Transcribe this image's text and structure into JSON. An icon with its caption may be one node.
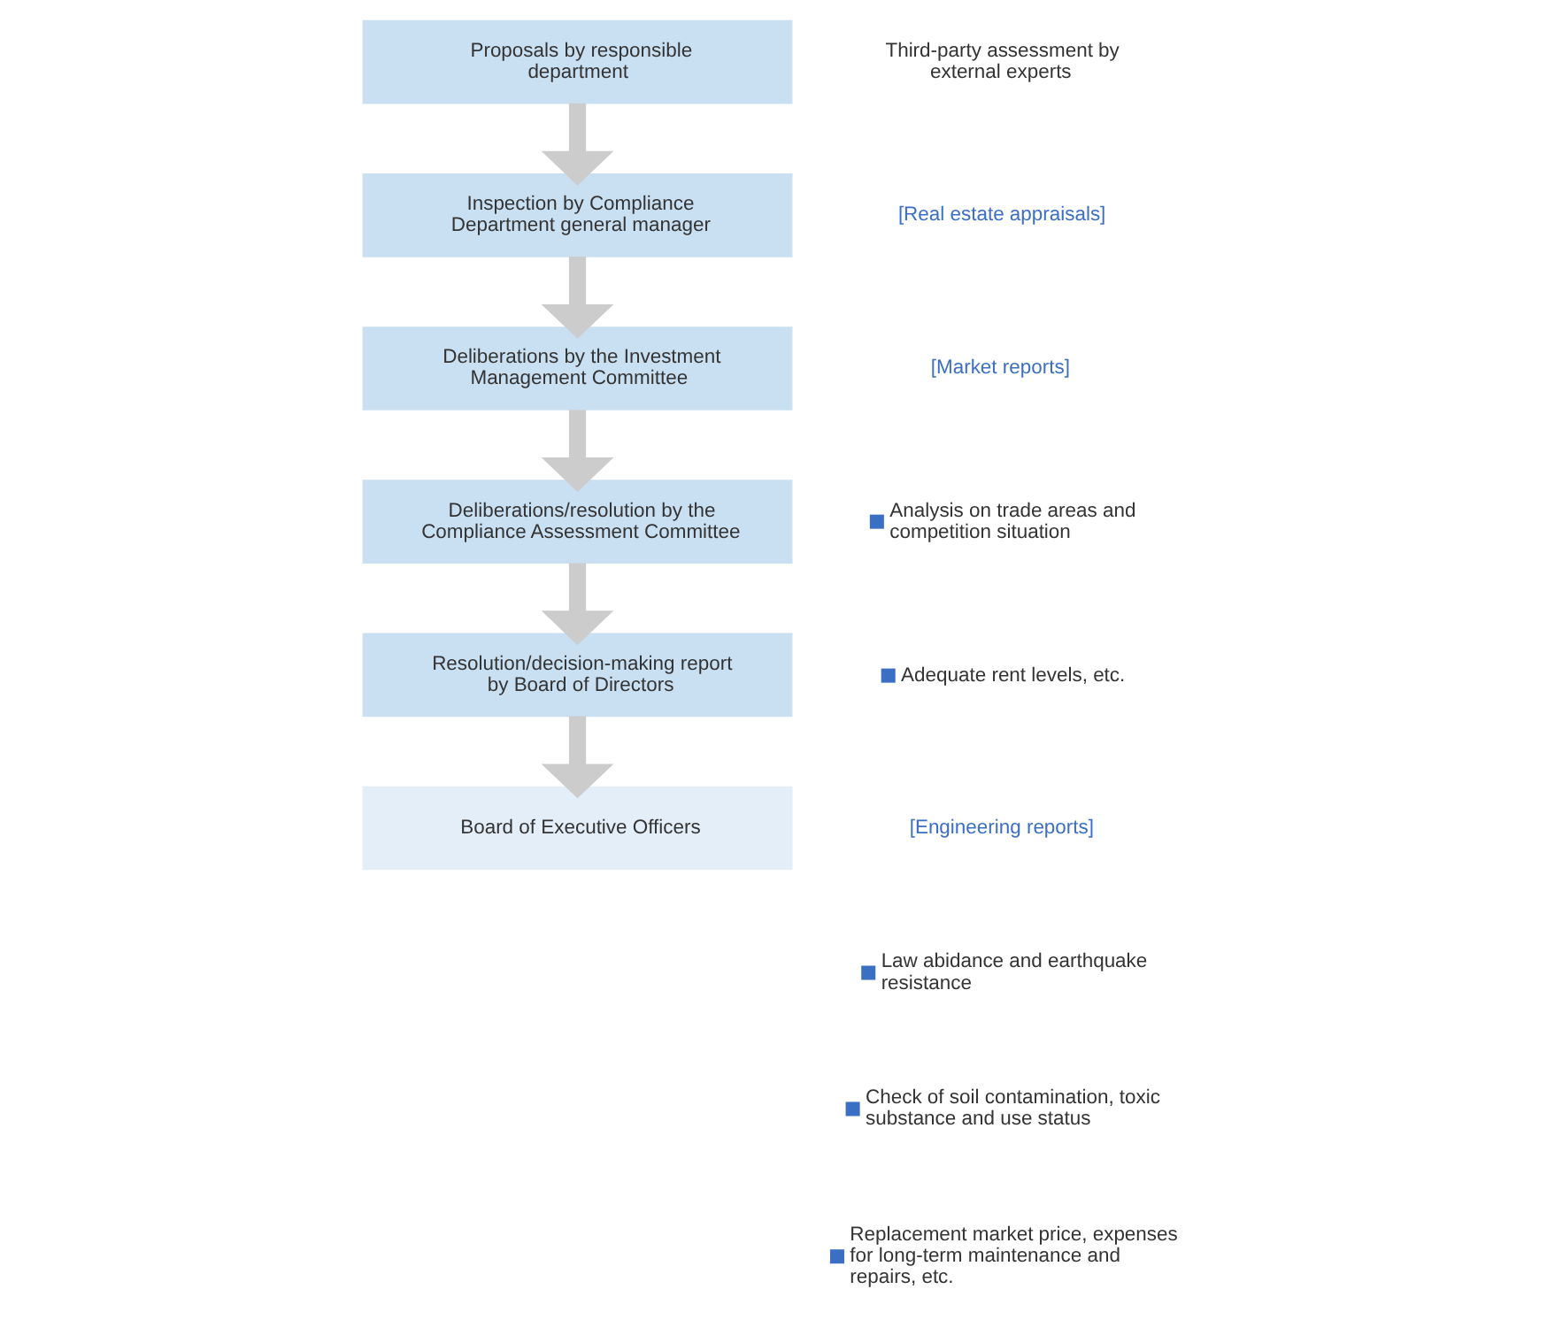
{
  "diagram": {
    "nodes": [
      {
        "text": [
          "Proposals by responsible department"
        ]
      },
      {
        "text": [
          "Inspection by Compliance Department general manager"
        ]
      },
      {
        "text": [
          "Deliberations by the Investment Management Committee"
        ]
      },
      {
        "text": [
          "Deliberations/resolution by the Compliance Assessment Committee"
        ]
      },
      {
        "text": [
          "Resolution/decision-making report by Board of Directors"
        ]
      },
      {
        "text": [
          "Board of Executive Officers"
        ]
      }
    ],
    "edges": [
      {
        "from": 0,
        "to": 1,
        "arrow": "to"
      },
      {
        "from": 1,
        "to": 2,
        "arrow": "to"
      },
      {
        "from": 2,
        "to": 3,
        "arrow": "to"
      },
      {
        "from": 3,
        "to": 4,
        "arrow": "to"
      },
      {
        "from": 4,
        "to": 5,
        "arrow": "to"
      }
    ],
    "labels": [
      "Third-party assessment by external experts",
      "[Real estate appraisals]",
      "[Market reports]",
      "Analysis on trade areas and competition situation",
      "Adequate rent levels, etc.",
      "[Engineering reports]",
      "Law abidance and earthquake resistance",
      "Check of soil contamination, toxic substance and use status",
      "Replacement market price, expenses for long-term maintenance and repairs, etc."
    ]
  }
}
